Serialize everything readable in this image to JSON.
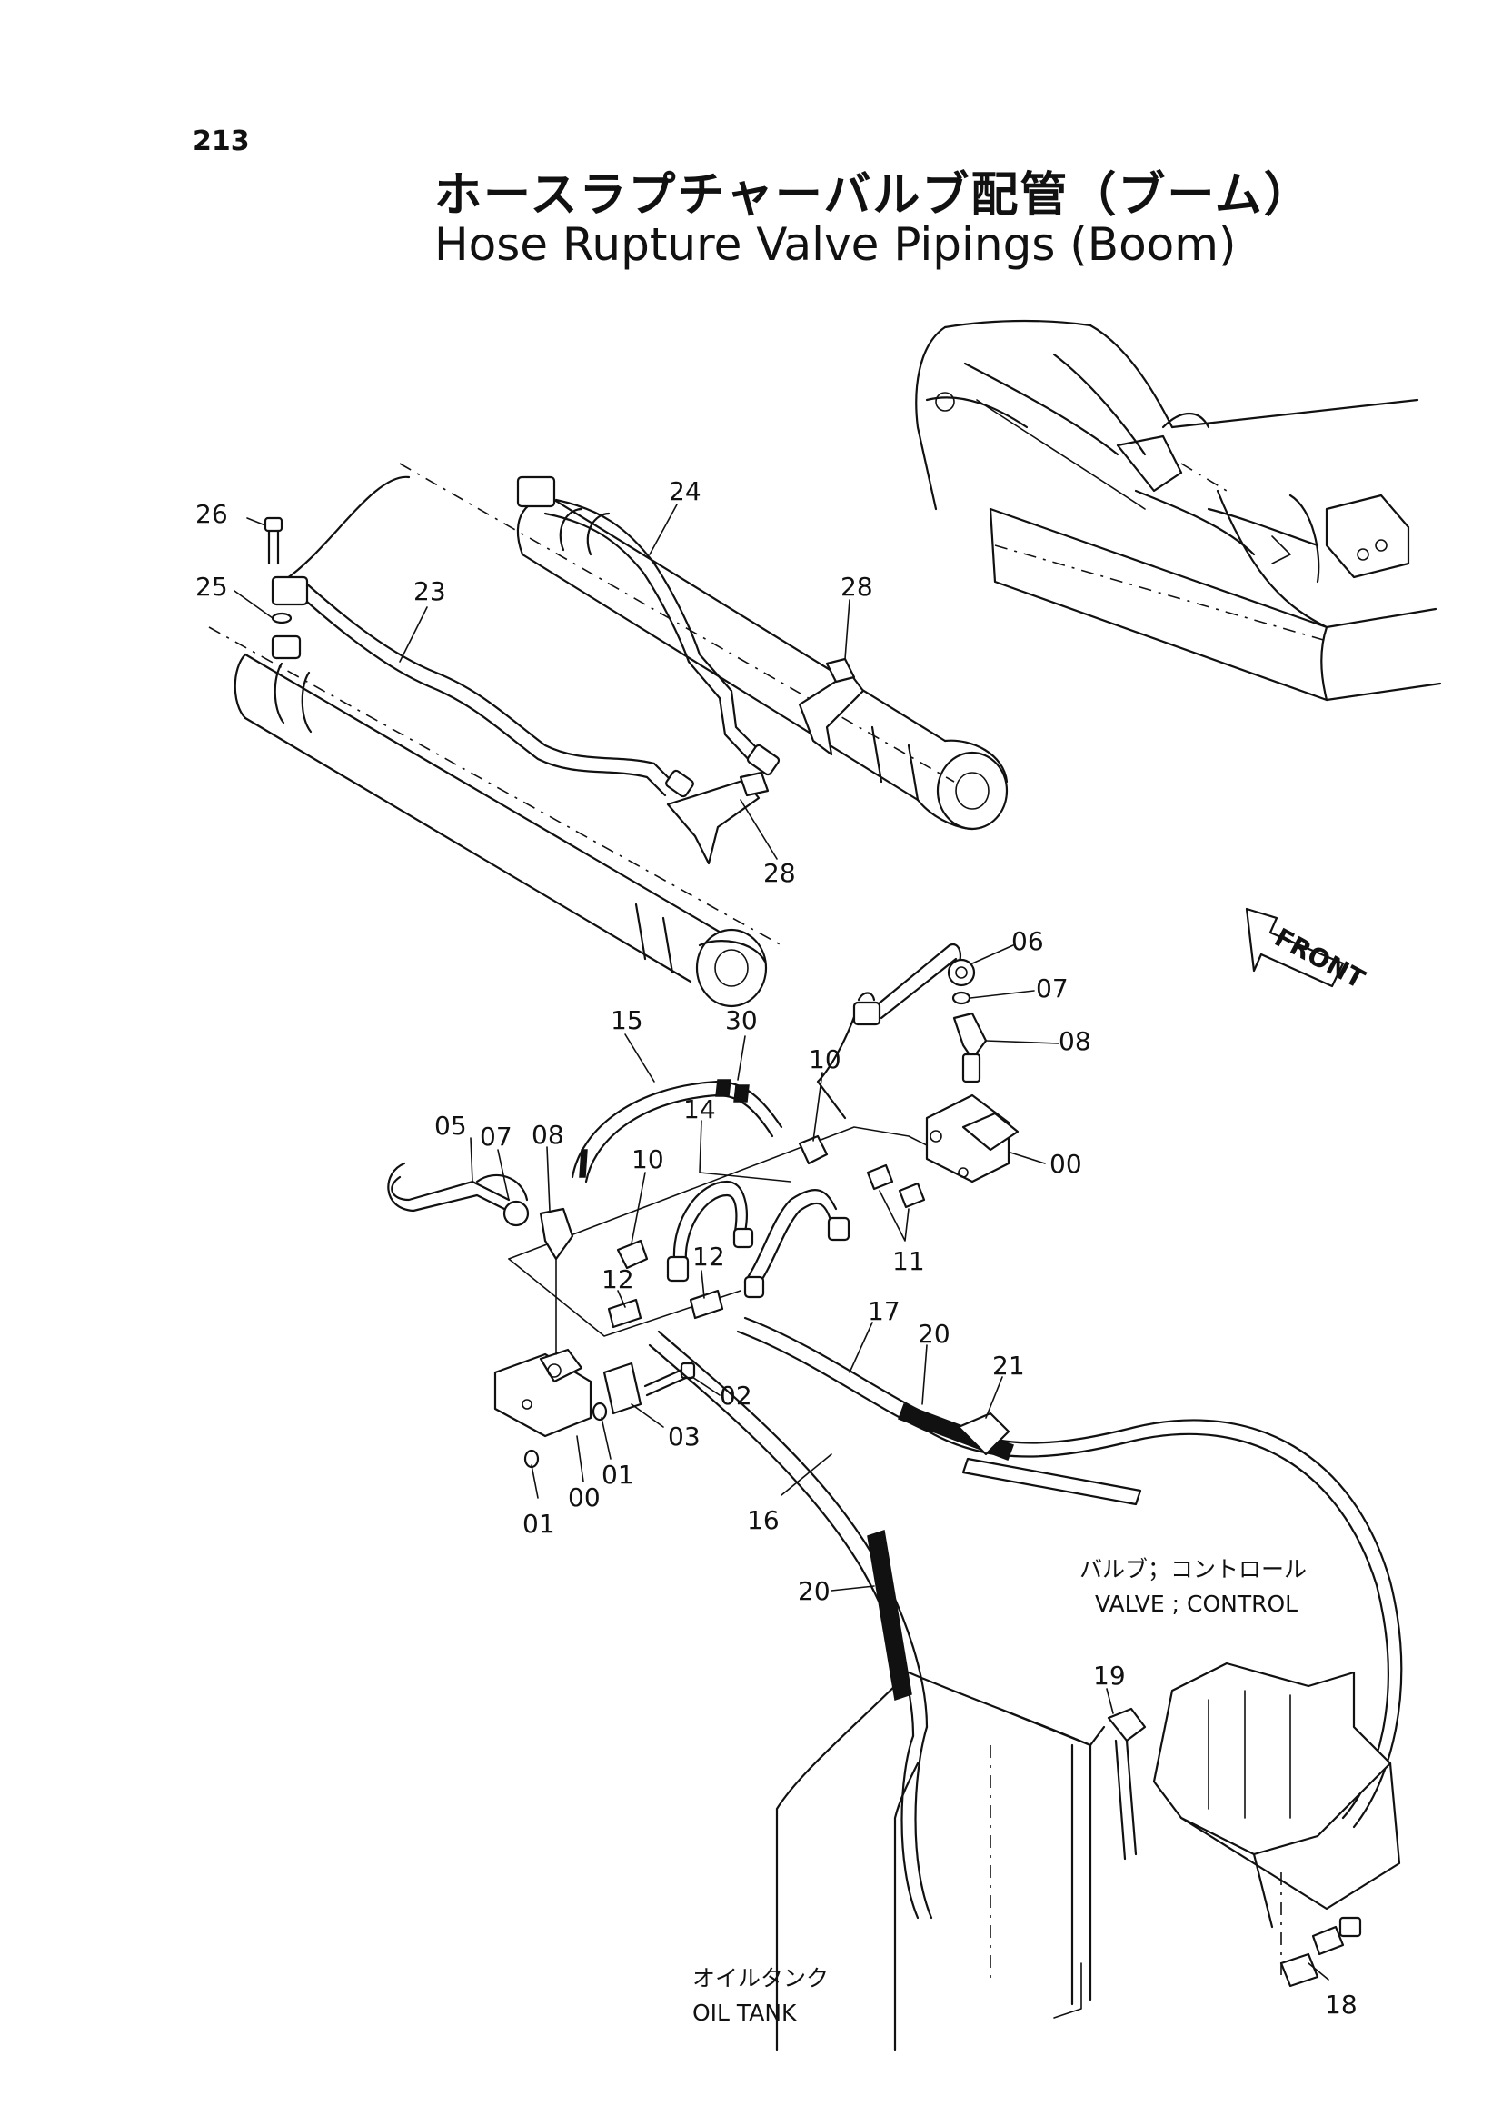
{
  "page_number": "213",
  "title_jp": "ホースラプチャーバルブ配管（ブーム）",
  "title_en": "Hose Rupture Valve Pipings (Boom)",
  "front_label": "FRONT",
  "annotations": {
    "control_valve_jp": "バルブ；コントロール",
    "control_valve_en": "VALVE ; CONTROL",
    "oil_tank_jp": "オイルタンク",
    "oil_tank_en": "OIL TANK"
  },
  "callouts": [
    {
      "id": "c26",
      "text": "26"
    },
    {
      "id": "c25",
      "text": "25"
    },
    {
      "id": "c23",
      "text": "23"
    },
    {
      "id": "c24",
      "text": "24"
    },
    {
      "id": "c28a",
      "text": "28"
    },
    {
      "id": "c28b",
      "text": "28"
    },
    {
      "id": "c06",
      "text": "06"
    },
    {
      "id": "c07a",
      "text": "07"
    },
    {
      "id": "c08a",
      "text": "08"
    },
    {
      "id": "c15",
      "text": "15"
    },
    {
      "id": "c30",
      "text": "30"
    },
    {
      "id": "c10a",
      "text": "10"
    },
    {
      "id": "c05",
      "text": "05"
    },
    {
      "id": "c07b",
      "text": "07"
    },
    {
      "id": "c08b",
      "text": "08"
    },
    {
      "id": "c14",
      "text": "14"
    },
    {
      "id": "c10b",
      "text": "10"
    },
    {
      "id": "c00a",
      "text": "00"
    },
    {
      "id": "c11",
      "text": "11"
    },
    {
      "id": "c12a",
      "text": "12"
    },
    {
      "id": "c12b",
      "text": "12"
    },
    {
      "id": "c17",
      "text": "17"
    },
    {
      "id": "c20a",
      "text": "20"
    },
    {
      "id": "c21",
      "text": "21"
    },
    {
      "id": "c02",
      "text": "02"
    },
    {
      "id": "c03",
      "text": "03"
    },
    {
      "id": "c01a",
      "text": "01"
    },
    {
      "id": "c01b",
      "text": "01"
    },
    {
      "id": "c00b",
      "text": "00"
    },
    {
      "id": "c16",
      "text": "16"
    },
    {
      "id": "c20b",
      "text": "20"
    },
    {
      "id": "c19",
      "text": "19"
    },
    {
      "id": "c18",
      "text": "18"
    }
  ]
}
